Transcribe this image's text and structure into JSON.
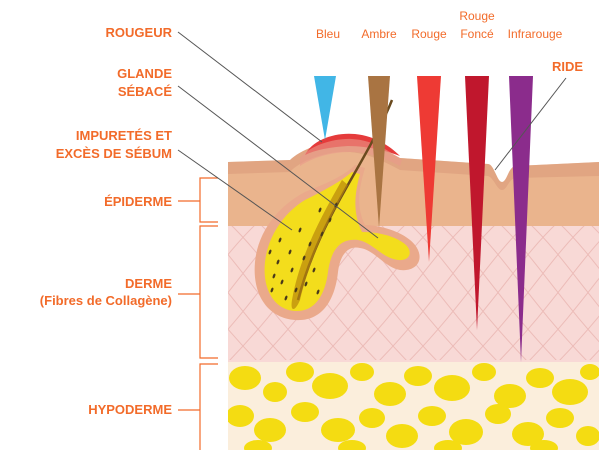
{
  "labels": {
    "rougeur": "ROUGEUR",
    "glande_1": "GLANDE",
    "glande_2": "SÉBACÉ",
    "impuretes_1": "IMPURETÉS ET",
    "impuretes_2": "EXCÈS DE SÉBUM",
    "epiderme": "ÉPIDERME",
    "derme_1": "DERME",
    "derme_2": "(Fibres de Collagène)",
    "hypoderme": "HYPODERME",
    "ride": "RIDE"
  },
  "wavelengths": [
    {
      "name": "Bleu",
      "color": "#41b6e6"
    },
    {
      "name": "Ambre",
      "color": "#a97442"
    },
    {
      "name": "Rouge",
      "color": "#ee3a34"
    },
    {
      "name_line1": "Rouge",
      "name_line2": "Foncé",
      "color": "#c0172d"
    },
    {
      "name": "Infrarouge",
      "color": "#8b2c8c"
    }
  ],
  "colors": {
    "label_orange": "#f26b2a",
    "epidermis": "#eab48d",
    "dermis": "#f8d9d6",
    "hypodermis_bg": "#fbeedc",
    "fat_cell": "#f4dc12",
    "gland": "#f3dd1c",
    "inflammation": "#e53b3b"
  }
}
